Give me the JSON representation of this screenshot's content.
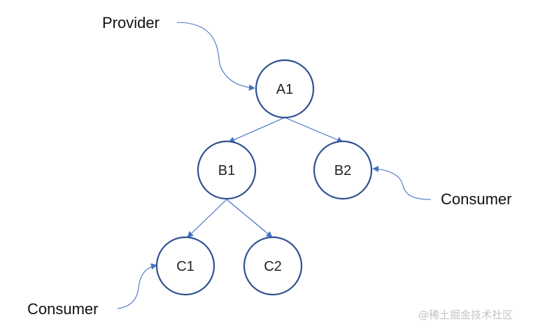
{
  "diagram": {
    "nodes": {
      "a1": "A1",
      "b1": "B1",
      "b2": "B2",
      "c1": "C1",
      "c2": "C2"
    },
    "edges": [
      {
        "from": "A1",
        "to": "B1"
      },
      {
        "from": "A1",
        "to": "B2"
      },
      {
        "from": "B1",
        "to": "C1"
      },
      {
        "from": "B1",
        "to": "C2"
      }
    ],
    "callouts": {
      "provider": {
        "label": "Provider",
        "target": "A1"
      },
      "consumer_b2": {
        "label": "Consumer",
        "target": "B2"
      },
      "consumer_c1": {
        "label": "Consumer",
        "target": "C1"
      }
    },
    "colors": {
      "node_stroke": "#2F528F",
      "edge": "#4472C4"
    }
  },
  "watermark": "@稀土掘金技术社区"
}
